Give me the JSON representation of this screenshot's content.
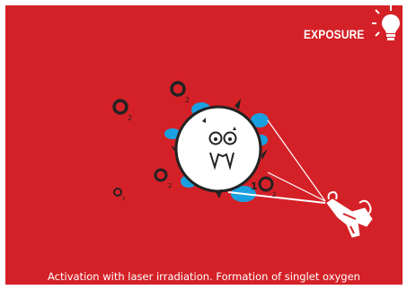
{
  "header": {
    "title": "EXPOSURE",
    "icon": "lightbulb-icon"
  },
  "caption": "Activation with laser irradiation. Formation of singlet oxygen",
  "molecules": {
    "big_label": "O",
    "sub": "2",
    "singlet_prefix": "1",
    "singlet_label": "O"
  },
  "colors": {
    "background": "#d42127",
    "text": "#ffffff",
    "glow": "#1aa0e0",
    "ink": "#222222"
  }
}
